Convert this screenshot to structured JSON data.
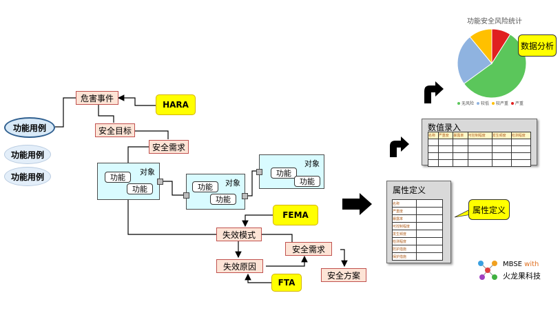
{
  "use_cases": [
    "功能用例",
    "功能用例",
    "功能用例"
  ],
  "hazard_event": "危害事件",
  "hara": "HARA",
  "safety_goal": "安全目标",
  "safety_req_top": "安全需求",
  "objects": [
    {
      "title": "对象",
      "functions": [
        "功能",
        "功能"
      ]
    },
    {
      "title": "对象",
      "functions": [
        "功能",
        "功能"
      ]
    },
    {
      "title": "对象",
      "functions": [
        "功能",
        "功能"
      ]
    }
  ],
  "fema": "FEMA",
  "failure_mode": "失效模式",
  "failure_cause": "失效原因",
  "safety_req_bottom": "安全需求",
  "safety_plan": "安全方案",
  "fta": "FTA",
  "attr_panel": {
    "title": "属性定义",
    "rows": [
      "名称",
      "严重度",
      "暴露率",
      "可控制程度",
      "发生频度",
      "检测程度",
      "防护措施",
      "保护措施"
    ]
  },
  "attr_callout": "属性定义",
  "value_panel": {
    "title": "数值录入",
    "headers": [
      "名称",
      "严重度",
      "暴露率",
      "可控制程度",
      "发生频度",
      "检测程度"
    ],
    "row_count": 4
  },
  "pie": {
    "title": "功能安全风险统计",
    "callout": "数据分析",
    "legend": [
      "无风险",
      "较低",
      "较严重",
      "严重"
    ],
    "colors": [
      "#5bc65b",
      "#8fb3e0",
      "#ffc000",
      "#e02020"
    ]
  },
  "chart_data": {
    "type": "pie",
    "title": "功能安全风险统计",
    "categories": [
      "无风险",
      "较低",
      "较严重",
      "严重"
    ],
    "values": [
      56,
      24,
      11,
      9
    ]
  },
  "brand": {
    "name": "MBSE",
    "with": "with",
    "company": "火龙果科技"
  }
}
